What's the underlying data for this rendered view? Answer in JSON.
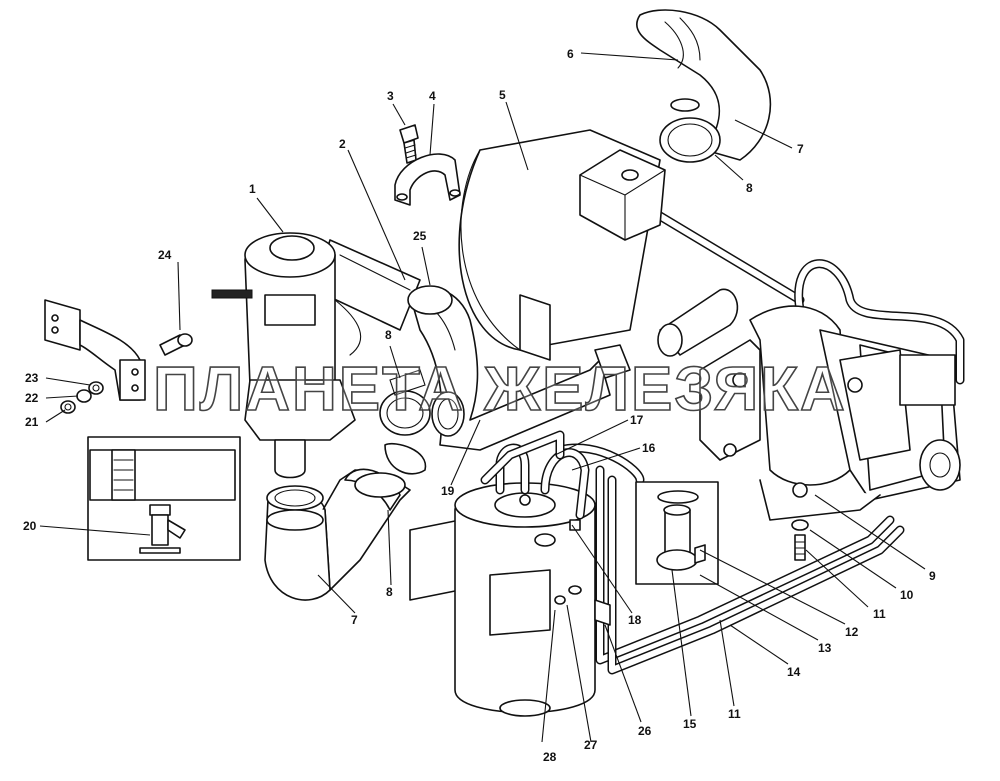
{
  "watermark": "ПЛАНЕТА ЖЕЛЕЗЯКА",
  "callouts": {
    "c1": "1",
    "c2": "2",
    "c3": "3",
    "c4": "4",
    "c5": "5",
    "c6": "6",
    "c7a": "7",
    "c7b": "7",
    "c8a": "8",
    "c8b": "8",
    "c8c": "8",
    "c9": "9",
    "c10": "10",
    "c11a": "11",
    "c11b": "11",
    "c12": "12",
    "c13": "13",
    "c14": "14",
    "c15": "15",
    "c16": "16",
    "c17": "17",
    "c18": "18",
    "c19": "19",
    "c20": "20",
    "c21": "21",
    "c22": "22",
    "c23": "23",
    "c24": "24",
    "c25": "25",
    "c26": "26",
    "c27": "27",
    "c28": "28"
  }
}
